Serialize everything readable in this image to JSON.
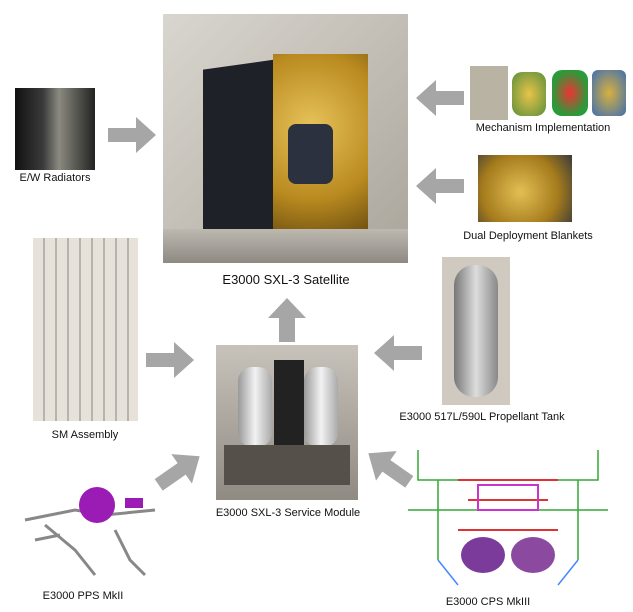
{
  "title": "E3000 SXL-3 Satellite",
  "nodes": {
    "satellite": {
      "label": "E3000 SXL-3 Satellite"
    },
    "radiators": {
      "label": "E/W Radiators"
    },
    "mechanism": {
      "label": "Mechanism Implementation"
    },
    "blankets": {
      "label": "Dual Deployment Blankets"
    },
    "sm_assembly": {
      "label": "SM Assembly"
    },
    "service_module": {
      "label": "E3000 SXL-3 Service Module"
    },
    "tank": {
      "label": "E3000 517L/590L Propellant Tank"
    },
    "pps": {
      "label": "E3000 PPS MkII"
    },
    "cps": {
      "label": "E3000 CPS MkIII"
    }
  },
  "colors": {
    "arrow": "#a6a6a6",
    "gold": "#c9a23a",
    "panel": "#1e2228"
  }
}
